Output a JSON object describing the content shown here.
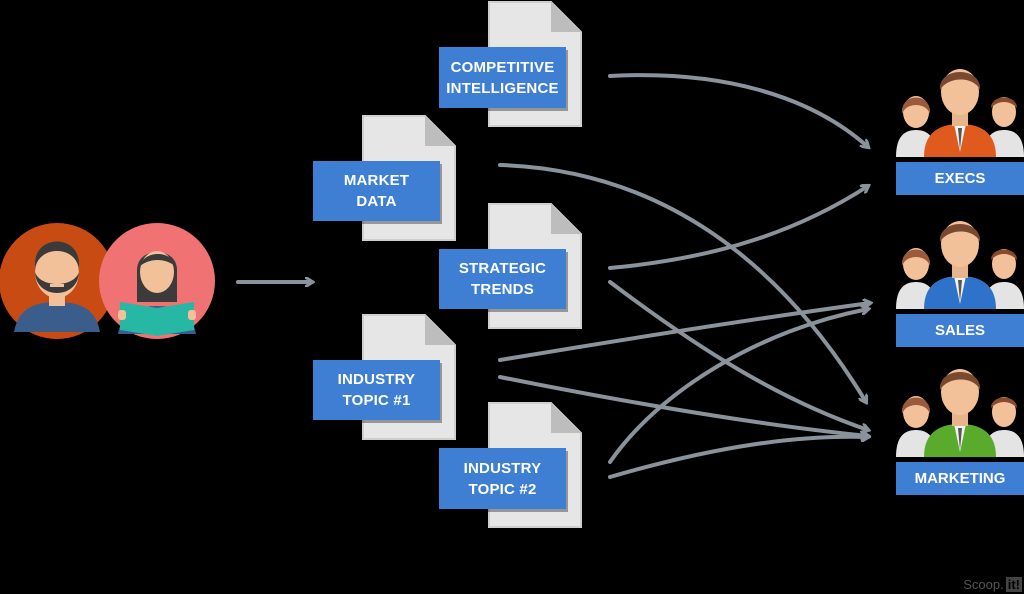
{
  "documents": [
    {
      "label": "COMPETITIVE\nINTELLIGENCE"
    },
    {
      "label": "MARKET\nDATA"
    },
    {
      "label": "STRATEGIC\nTRENDS"
    },
    {
      "label": "INDUSTRY\nTOPIC #1"
    },
    {
      "label": "INDUSTRY\nTOPIC #2"
    }
  ],
  "audiences": [
    {
      "label": "EXECS",
      "shirt_color": "#e05a1e"
    },
    {
      "label": "SALES",
      "shirt_color": "#2f72c9"
    },
    {
      "label": "MARKETING",
      "shirt_color": "#5aaa2c"
    }
  ],
  "curators": {
    "man_bg": "#c74b12",
    "woman_bg": "#f07272",
    "book_color": "#27b7a5"
  },
  "brand": {
    "text": "Scoop.",
    "mark": "it!"
  },
  "colors": {
    "label_blue": "#3f7fd3",
    "arrow": "#8a929c",
    "paper": "#e6e6e6"
  }
}
